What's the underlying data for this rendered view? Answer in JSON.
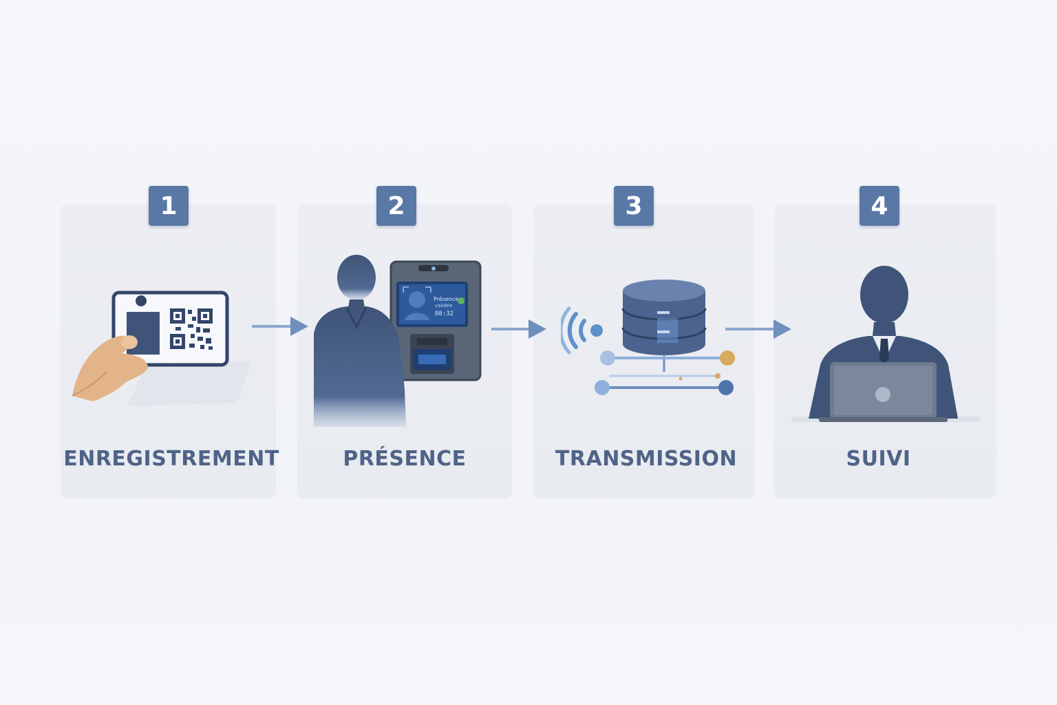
{
  "steps": [
    {
      "number": "1",
      "label": "ENREGISTREMENT",
      "icon": "id-card-qr-icon"
    },
    {
      "number": "2",
      "label": "PRÉSENCE",
      "icon": "face-recognition-terminal-icon"
    },
    {
      "number": "3",
      "label": "TRANSMISSION",
      "icon": "database-network-icon"
    },
    {
      "number": "4",
      "label": "SUIVI",
      "icon": "person-laptop-icon"
    }
  ],
  "terminal": {
    "status_line1": "Présence",
    "status_line2": "validée",
    "time": "08:32"
  },
  "colors": {
    "accent": "#5a78a6",
    "dark_figure": "#3f5478",
    "label_text": "#4f6388",
    "card_bg": "#eceef3",
    "arrow": "#6f8fbd",
    "orange_node": "#d9a95e"
  }
}
